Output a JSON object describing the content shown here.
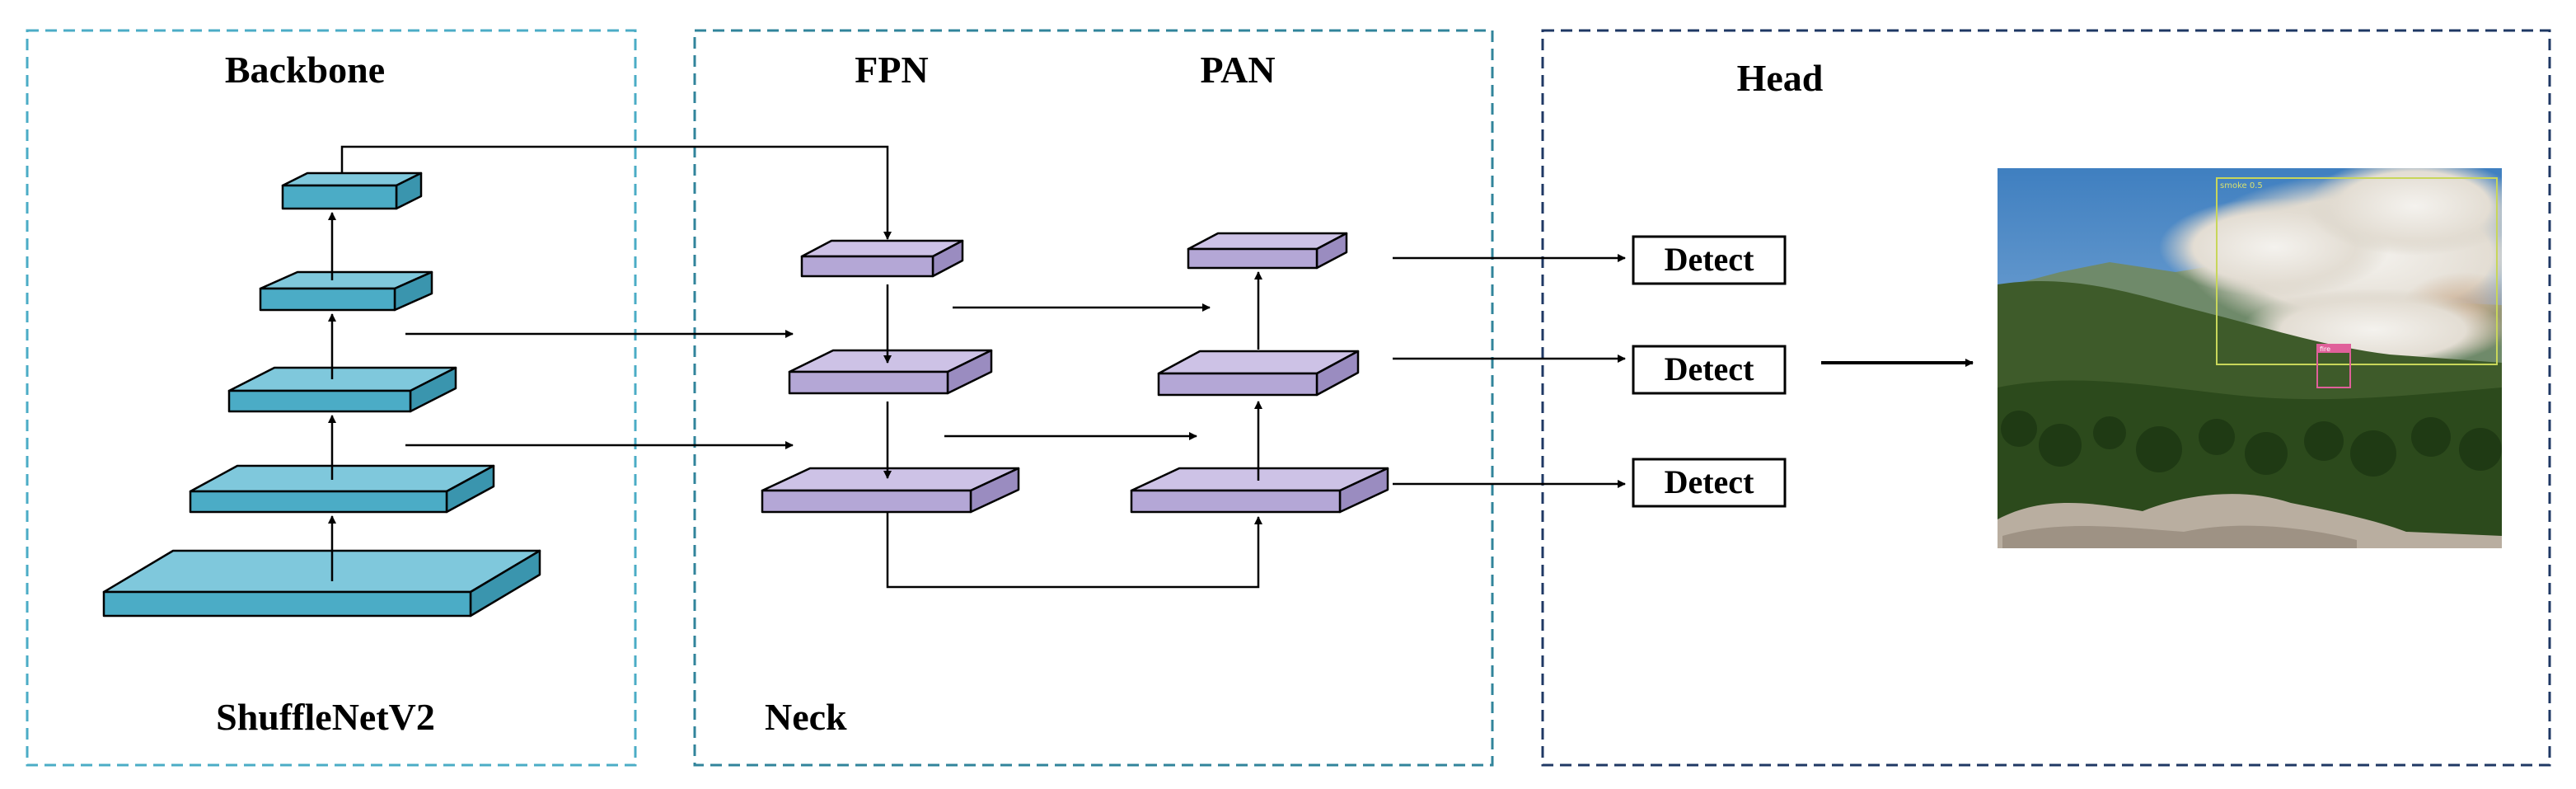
{
  "backbone": {
    "title": "Backbone",
    "subtitle": "ShuffleNetV2"
  },
  "neck": {
    "fpn_title": "FPN",
    "pan_title": "PAN",
    "label": "Neck"
  },
  "head": {
    "title": "Head",
    "detect_labels": [
      "Detect",
      "Detect",
      "Detect"
    ],
    "photo": {
      "description_icon": "forest-fire-smoke-photo",
      "box_label_small": "smoke 0.5",
      "box_label_fire": "fire"
    }
  },
  "colors": {
    "backbone_block": "#4BACC6",
    "neck_block": "#B4A7D6",
    "backbone_border": "#4BACC6",
    "neck_border": "#31849B",
    "head_border": "#1F3864",
    "detect_box_border": "#000000"
  }
}
